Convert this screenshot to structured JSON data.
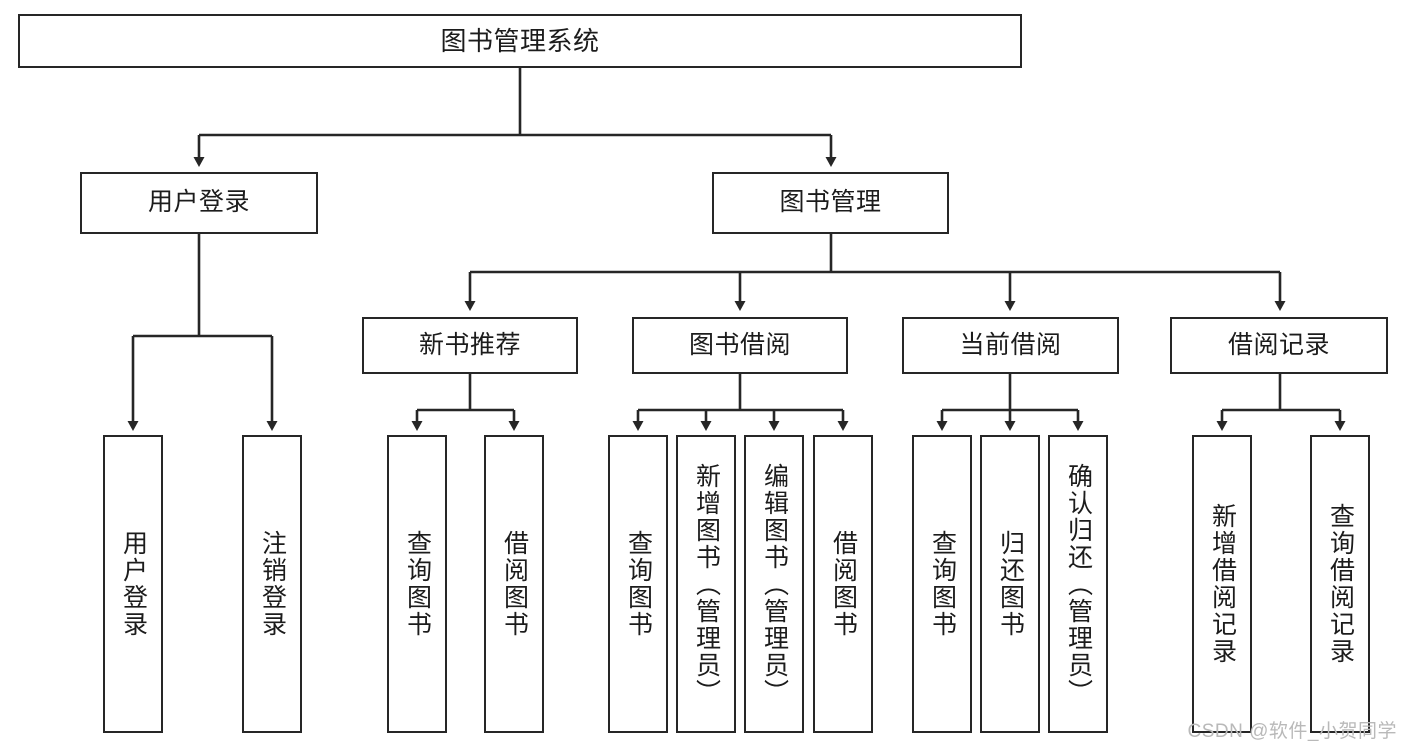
{
  "diagram": {
    "title": "图书管理系统",
    "type": "tree-hierarchy",
    "watermark": "CSDN @软件_小贺同学",
    "colors": {
      "stroke": "#262626",
      "fill": "#ffffff",
      "text": "#1c1c1c",
      "watermark": "#b9b9b9"
    },
    "nodes": {
      "root": {
        "label": "图书管理系统"
      },
      "level2": [
        {
          "label": "用户登录"
        },
        {
          "label": "图书管理"
        }
      ],
      "level3": [
        {
          "label": "新书推荐"
        },
        {
          "label": "图书借阅"
        },
        {
          "label": "当前借阅"
        },
        {
          "label": "借阅记录"
        }
      ],
      "leaves": {
        "user_login": [
          {
            "label": "用户登录"
          },
          {
            "label": "注销登录"
          }
        ],
        "new_book": [
          {
            "label": "查询图书"
          },
          {
            "label": "借阅图书"
          }
        ],
        "book_borrow": [
          {
            "label": "查询图书"
          },
          {
            "label": "新增图书（管理员）"
          },
          {
            "label": "编辑图书（管理员）"
          },
          {
            "label": "借阅图书"
          }
        ],
        "current_borrow": [
          {
            "label": "查询图书"
          },
          {
            "label": "归还图书"
          },
          {
            "label": "确认归还（管理员）"
          }
        ],
        "borrow_record": [
          {
            "label": "新增借阅记录"
          },
          {
            "label": "查询借阅记录"
          }
        ]
      }
    }
  }
}
